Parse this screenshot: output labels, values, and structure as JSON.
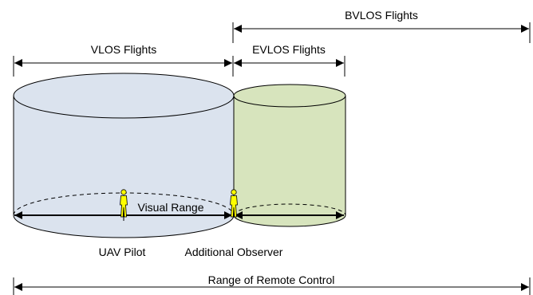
{
  "labels": {
    "bvlos": "BVLOS Flights",
    "vlos": "VLOS Flights",
    "evlos": "EVLOS Flights",
    "visual_range": "Visual Range",
    "uav_pilot": "UAV Pilot",
    "additional_observer": "Additional Observer",
    "remote_control_range": "Range of Remote Control"
  },
  "colors": {
    "vlos_cylinder": "#dbe3ee",
    "evlos_cylinder": "#d7e4bd",
    "person": "#ffff00",
    "line": "#000000"
  },
  "icons": [
    "person-icon"
  ]
}
